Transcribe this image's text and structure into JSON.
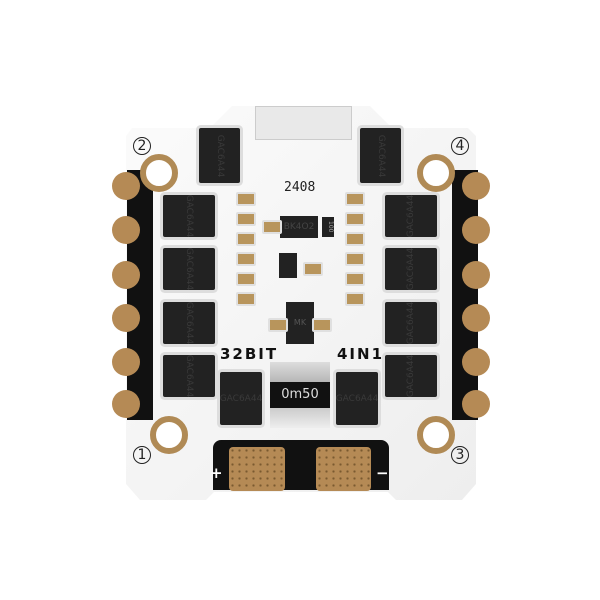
{
  "board": {
    "date_code": "2408",
    "label_left": "32BIT",
    "label_right": "4IN1",
    "shunt_marking": "0m50",
    "regulator_marking": "BK4O2",
    "diode_marking": "MK",
    "small_marking": "100",
    "mosfet_marking": "GAC6A44",
    "corner_numbers": [
      "1",
      "2",
      "3",
      "4"
    ],
    "polarity": [
      "+",
      "−"
    ]
  },
  "colors": {
    "board": "#f5f5f5",
    "copper": "#b58a55",
    "chip": "#222222"
  }
}
